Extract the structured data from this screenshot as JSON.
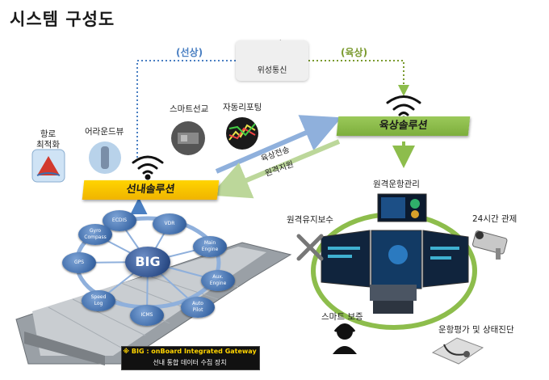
{
  "title": "시스템 구성도",
  "satellite": {
    "label": "위성통신",
    "left_link": "(선상)",
    "right_link": "(육상)"
  },
  "ship_side": {
    "banner": "선내솔루션",
    "items": [
      "항로\n최적화",
      "어라운드뷰",
      "스마트선교",
      "자동리포팅"
    ]
  },
  "links": {
    "upload": "육상전송",
    "support": "원격지원"
  },
  "shore_side": {
    "banner": "육상솔루션",
    "items": [
      "원격운항관리",
      "원격유지보수",
      "24시간 관제",
      "스마트 보증",
      "운항평가 및 상태진단"
    ]
  },
  "big": {
    "center": "BIG",
    "nodes": [
      "ECDIS",
      "VDR",
      "Main\nEngine",
      "Aux.\nEngine",
      "Auto\nPilot",
      "ICMS",
      "Speed\nLog",
      "GPS",
      "Gyro\nCompass"
    ]
  },
  "note": {
    "line1": "※ BIG : onBoard Integrated Gateway",
    "line2": "선내 통합 데이터 수집 장치"
  },
  "colors": {
    "ship": "#f5c400",
    "shore": "#8dbd4c",
    "link_blue": "#4a7fc2",
    "link_green": "#7a9a2e"
  }
}
